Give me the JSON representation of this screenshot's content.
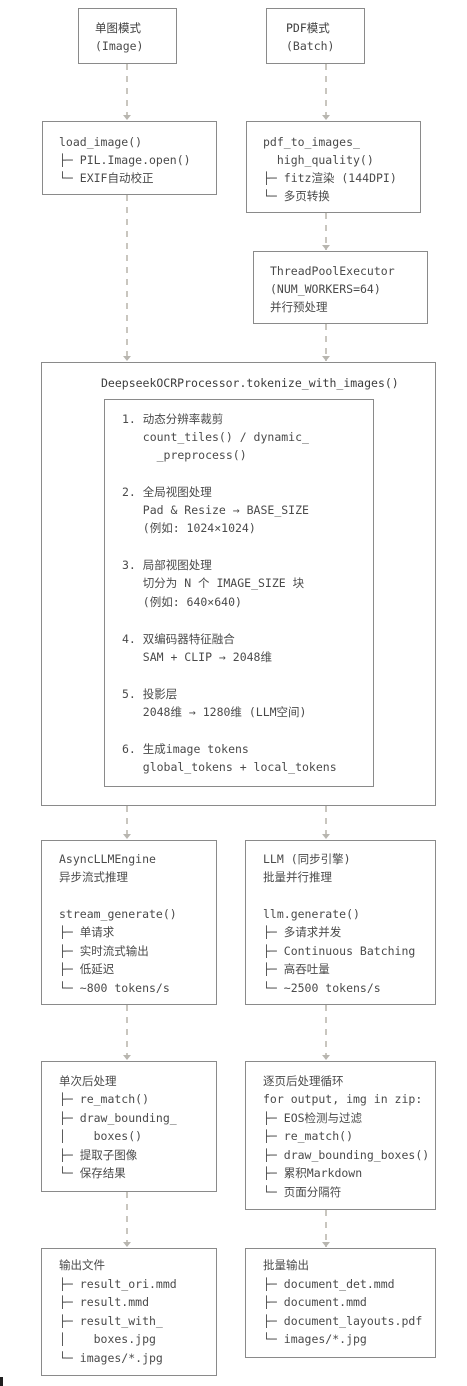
{
  "boxes": {
    "single_mode": [
      "单图模式",
      "(Image)"
    ],
    "pdf_mode": [
      "PDF模式",
      "(Batch)"
    ],
    "load_image": [
      "load_image()",
      "├─ PIL.Image.open()",
      "└─ EXIF自动校正"
    ],
    "pdf_to_images": [
      "pdf_to_images_",
      "  high_quality()",
      "├─ fitz渲染 (144DPI)",
      "└─ 多页转换"
    ],
    "thread_pool": [
      "ThreadPoolExecutor",
      "(NUM_WORKERS=64)",
      "并行预处理"
    ],
    "processor_title": [
      "DeepseekOCRProcessor.tokenize_with_images()"
    ],
    "steps": [
      "1. 动态分辨率裁剪",
      "   count_tiles() / dynamic_",
      "     _preprocess()",
      "",
      "2. 全局视图处理",
      "   Pad & Resize → BASE_SIZE",
      "   (例如: 1024×1024)",
      "",
      "3. 局部视图处理",
      "   切分为 N 个 IMAGE_SIZE 块",
      "   (例如: 640×640)",
      "",
      "4. 双编码器特征融合",
      "   SAM + CLIP → 2048维",
      "",
      "5. 投影层",
      "   2048维 → 1280维 (LLM空间)",
      "",
      "6. 生成image tokens",
      "   global_tokens + local_tokens"
    ],
    "async_engine": [
      "AsyncLLMEngine",
      "异步流式推理",
      "",
      "stream_generate()",
      "├─ 单请求",
      "├─ 实时流式输出",
      "├─ 低延迟",
      "└─ ~800 tokens/s"
    ],
    "sync_llm": [
      "LLM (同步引擎)",
      "批量并行推理",
      "",
      "llm.generate()",
      "├─ 多请求并发",
      "├─ Continuous Batching",
      "├─ 高吞吐量",
      "└─ ~2500 tokens/s"
    ],
    "single_post": [
      "单次后处理",
      "├─ re_match()",
      "├─ draw_bounding_",
      "│    boxes()",
      "├─ 提取子图像",
      "└─ 保存结果"
    ],
    "batch_post": [
      "逐页后处理循环",
      "for output, img in zip:",
      "├─ EOS检测与过滤",
      "├─ re_match()",
      "├─ draw_bounding_boxes()",
      "├─ 累积Markdown",
      "└─ 页面分隔符"
    ],
    "output_files": [
      "输出文件",
      "├─ result_ori.mmd",
      "├─ result.mmd",
      "├─ result_with_",
      "│    boxes.jpg",
      "└─ images/*.jpg"
    ],
    "batch_output": [
      "批量输出",
      "├─ document_det.mmd",
      "├─ document.mmd",
      "├─ document_layouts.pdf",
      "└─ images/*.jpg"
    ]
  }
}
